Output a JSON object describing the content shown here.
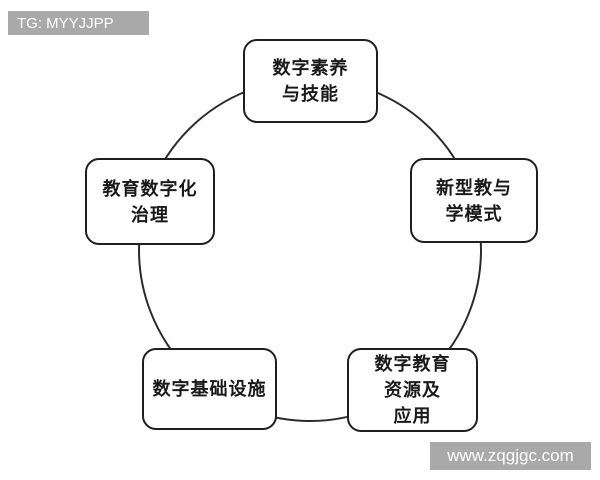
{
  "watermarks": {
    "top_left": "TG: MYYJJPP",
    "bottom_right": "www.zqgjgc.com"
  },
  "diagram": {
    "type": "cycle",
    "nodes": [
      {
        "id": "digital-literacy-skills",
        "position": "top",
        "label": "数字素养\n与技能"
      },
      {
        "id": "new-teaching-learning-models",
        "position": "right",
        "label": "新型教与\n学模式"
      },
      {
        "id": "digital-education-resources",
        "position": "bottom-right",
        "label": "数字教育\n资源及\n应用"
      },
      {
        "id": "digital-infrastructure",
        "position": "bottom-left",
        "label": "数字基础设施"
      },
      {
        "id": "education-digital-governance",
        "position": "left",
        "label": "教育数字化\n治理"
      }
    ]
  },
  "colors": {
    "background": "#ffffff",
    "node_fill": "#ffffff",
    "node_border": "#1f1f1f",
    "node_text": "#1a1a1a",
    "circle_stroke": "#2b2b2b",
    "watermark_bg": "#a9a9a9",
    "watermark_text": "#ffffff"
  }
}
